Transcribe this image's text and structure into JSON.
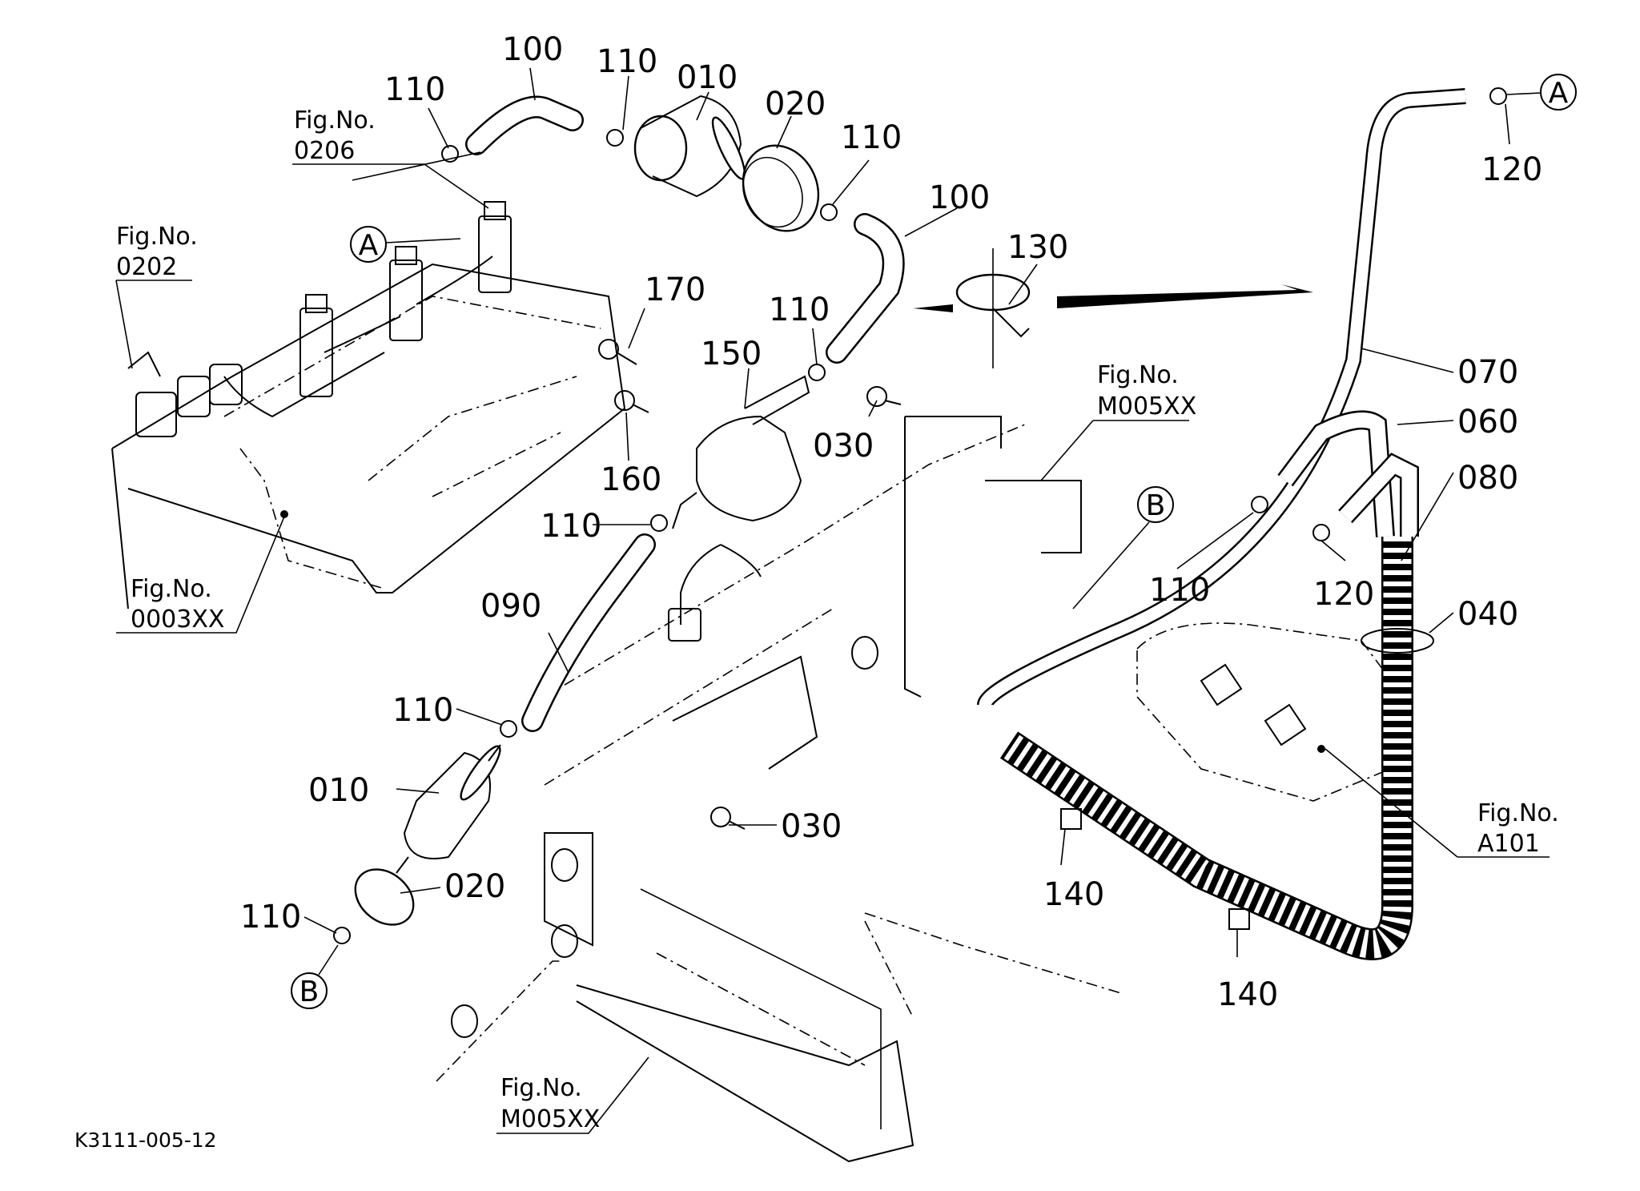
{
  "diagram": {
    "type": "exploded parts diagram",
    "drawing_code": "K3111-005-12",
    "part_callouts": [
      {
        "id": "c1",
        "label": "110"
      },
      {
        "id": "c2",
        "label": "100"
      },
      {
        "id": "c3",
        "label": "110"
      },
      {
        "id": "c4",
        "label": "010"
      },
      {
        "id": "c5",
        "label": "020"
      },
      {
        "id": "c6",
        "label": "110"
      },
      {
        "id": "c7",
        "label": "100"
      },
      {
        "id": "c8",
        "label": "130"
      },
      {
        "id": "c9",
        "label": "170"
      },
      {
        "id": "c10",
        "label": "110"
      },
      {
        "id": "c11",
        "label": "150"
      },
      {
        "id": "c12",
        "label": "030"
      },
      {
        "id": "c13",
        "label": "160"
      },
      {
        "id": "c14",
        "label": "110"
      },
      {
        "id": "c15",
        "label": "090"
      },
      {
        "id": "c16",
        "label": "110"
      },
      {
        "id": "c17",
        "label": "010"
      },
      {
        "id": "c18",
        "label": "030"
      },
      {
        "id": "c19",
        "label": "020"
      },
      {
        "id": "c20",
        "label": "110"
      },
      {
        "id": "c21",
        "label": "120"
      },
      {
        "id": "c22",
        "label": "070"
      },
      {
        "id": "c23",
        "label": "060"
      },
      {
        "id": "c24",
        "label": "080"
      },
      {
        "id": "c25",
        "label": "110"
      },
      {
        "id": "c26",
        "label": "120"
      },
      {
        "id": "c27",
        "label": "040"
      },
      {
        "id": "c28",
        "label": "140"
      },
      {
        "id": "c29",
        "label": "140"
      }
    ],
    "figure_refs": [
      {
        "prefix": "Fig.No.",
        "number": "0206"
      },
      {
        "prefix": "Fig.No.",
        "number": "0202"
      },
      {
        "prefix": "Fig.No.",
        "number": "0003XX"
      },
      {
        "prefix": "Fig.No.",
        "number": "M005XX"
      },
      {
        "prefix": "Fig.No.",
        "number": "A101"
      },
      {
        "prefix": "Fig.No.",
        "number": "M005XX"
      }
    ],
    "connection_markers": [
      {
        "label": "A"
      },
      {
        "label": "A"
      },
      {
        "label": "B"
      },
      {
        "label": "B"
      }
    ]
  }
}
